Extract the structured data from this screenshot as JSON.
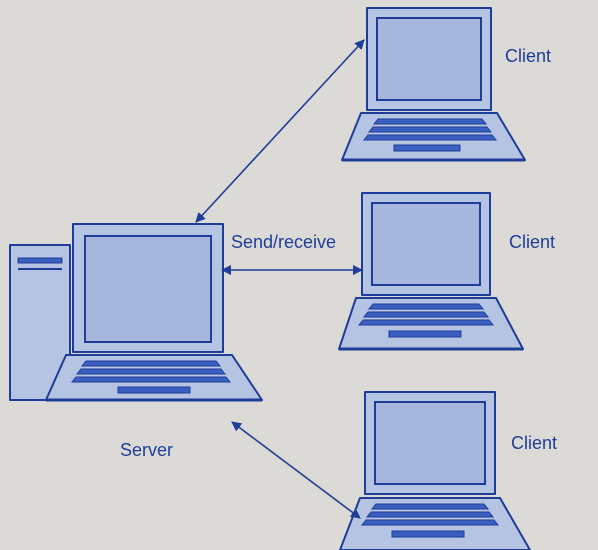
{
  "labels": {
    "server": "Server",
    "link": "Send/receive",
    "clients": [
      "Client",
      "Client",
      "Client"
    ]
  },
  "colors": {
    "background": "#dcdad6",
    "device_fill": "#b6c4e4",
    "device_stroke": "#1e3d98",
    "screen_fill": "#a7b6dc",
    "keyboard_stripe": "#3a5fc0",
    "arrow": "#1e3d98"
  },
  "nodes": {
    "server": {
      "icon": "server-laptop-with-tower-icon"
    },
    "clients": [
      {
        "icon": "laptop-icon"
      },
      {
        "icon": "laptop-icon"
      },
      {
        "icon": "laptop-icon"
      }
    ]
  },
  "connections": [
    {
      "from": "server",
      "to": "client-1",
      "style": "double-arrow"
    },
    {
      "from": "server",
      "to": "client-2",
      "style": "double-arrow"
    },
    {
      "from": "server",
      "to": "client-3",
      "style": "double-arrow"
    }
  ]
}
